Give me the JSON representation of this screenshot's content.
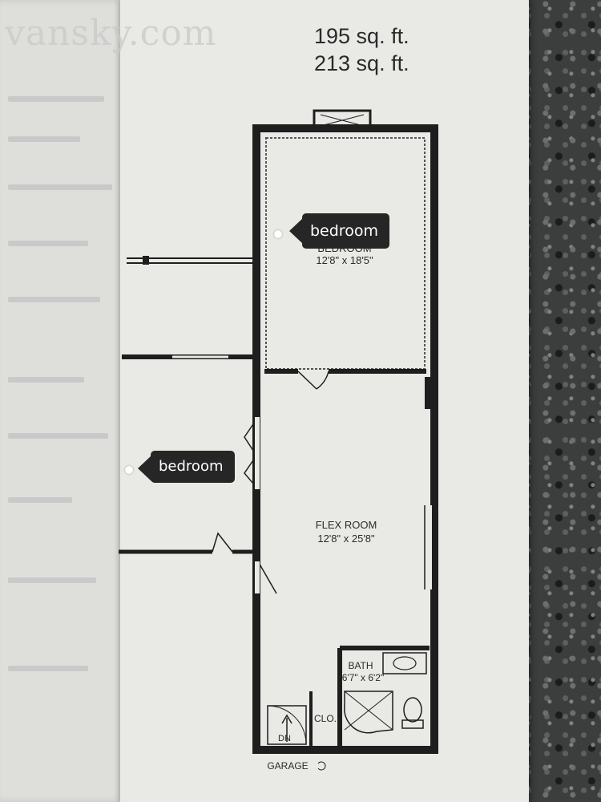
{
  "watermark": "vansky.com",
  "area": {
    "line1": "195 sq. ft.",
    "line2": "213 sq. ft."
  },
  "rooms": {
    "top_room_name": "BEDROOM",
    "top_room_dims": "12'8\" x 18'5\"",
    "flex_room_name": "FLEX ROOM",
    "flex_room_dims": "12'8\" x 25'8\"",
    "bath_name": "BATH",
    "bath_dims": "6'7\" x 6'2\"",
    "closet": "CLO.",
    "stairs": "DN",
    "garage": "GARAGE"
  },
  "annotations": [
    {
      "text": "bedroom"
    },
    {
      "text": "bedroom"
    }
  ],
  "colors": {
    "annotation_bg": "#262626",
    "annotation_text": "#ffffff",
    "paper": "#e9eae5",
    "wall": "#1e1e1e",
    "countertop": "#3b3e3d"
  }
}
